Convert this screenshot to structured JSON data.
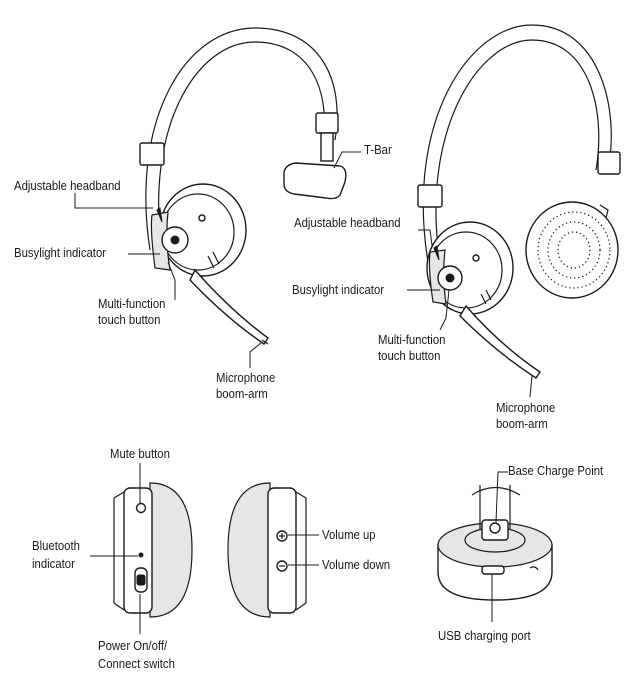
{
  "labels": {
    "t_bar": "T-Bar",
    "adjustable_headband_1": "Adjustable headband",
    "busylight_indicator_1": "Busylight indicator",
    "multi_function_1_line1": "Multi-function",
    "multi_function_1_line2": "touch button",
    "microphone_1_line1": "Microphone",
    "microphone_1_line2": "boom-arm",
    "adjustable_headband_2": "Adjustable headband",
    "busylight_indicator_2": "Busylight indicator",
    "multi_function_2_line1": "Multi-function",
    "multi_function_2_line2": "touch button",
    "microphone_2_line1": "Microphone",
    "microphone_2_line2": "boom-arm",
    "mute_button": "Mute button",
    "bluetooth_line1": "Bluetooth",
    "bluetooth_line2": "indicator",
    "power_line1": "Power On/off/",
    "power_line2": "Connect switch",
    "volume_up": "Volume up",
    "volume_down": "Volume down",
    "base_charge_point": "Base Charge Point",
    "usb_charging_port": "USB charging port"
  },
  "colors": {
    "ink": "#1a1a1a",
    "background": "#ffffff",
    "cushion_fill": "#e6e6e6"
  }
}
